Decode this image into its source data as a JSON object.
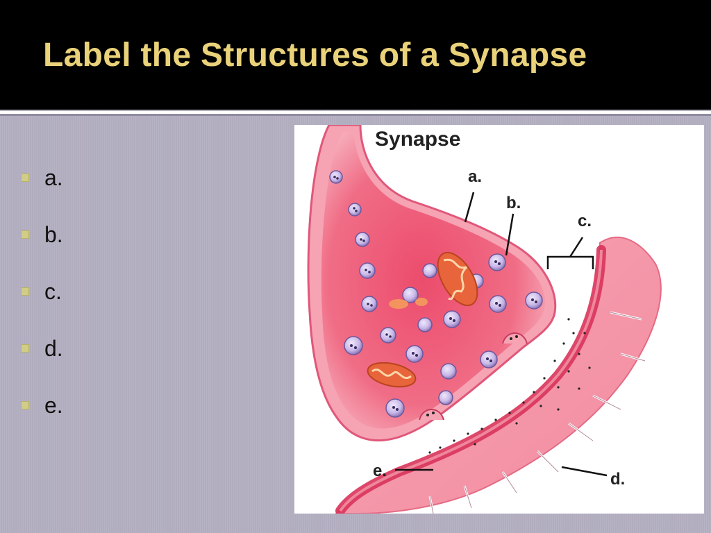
{
  "slide": {
    "title": "Label the Structures of a Synapse",
    "bullets": [
      {
        "label": "a."
      },
      {
        "label": "b."
      },
      {
        "label": "c."
      },
      {
        "label": "d."
      },
      {
        "label": "e."
      }
    ]
  },
  "figure": {
    "heading": "Synapse",
    "labels": {
      "a": "a.",
      "b": "b.",
      "c": "c.",
      "d": "d.",
      "e": "e."
    }
  },
  "colors": {
    "title_bar": "#000000",
    "title_text": "#ead27a",
    "background": "#b1adbf",
    "bullet": "#d2cd86",
    "neuron_pink": "#f4a7b4",
    "neuron_core": "#ea4f6e",
    "vesicle": "#9b86c6",
    "mitochondria": "#e8643a"
  }
}
